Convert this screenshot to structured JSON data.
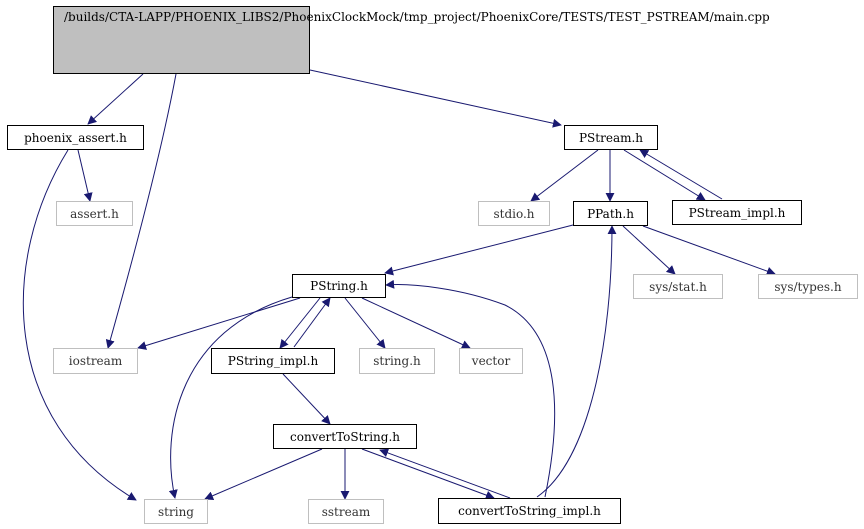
{
  "colors": {
    "edge": "#191970",
    "border": "#000000",
    "border_external": "#bfbfbf",
    "root_fill": "#bfbfbf"
  },
  "nodes": {
    "main": {
      "lines": [
        "/builds/CTA-LAPP/PHOENIX",
        "_LIBS2/PhoenixClockMock",
        "/tmp_project/PhoenixCore",
        "/TESTS/TEST_PSTREAM/main.cpp"
      ]
    },
    "assert_h": {
      "label": "phoenix_assert.h"
    },
    "assert": {
      "label": "assert.h"
    },
    "pstream": {
      "label": "PStream.h"
    },
    "stdio": {
      "label": "stdio.h"
    },
    "ppath": {
      "label": "PPath.h"
    },
    "pstreamimp": {
      "label": "PStream_impl.h"
    },
    "stat": {
      "label": "sys/stat.h"
    },
    "types": {
      "label": "sys/types.h"
    },
    "pstring": {
      "label": "PString.h"
    },
    "iostream": {
      "label": "iostream"
    },
    "pstringimp": {
      "label": "PString_impl.h"
    },
    "stringh": {
      "label": "string.h"
    },
    "vector": {
      "label": "vector"
    },
    "cts": {
      "label": "convertToString.h"
    },
    "string": {
      "label": "string"
    },
    "sstream": {
      "label": "sstream"
    },
    "ctsimp": {
      "label": "convertToString_impl.h"
    }
  }
}
